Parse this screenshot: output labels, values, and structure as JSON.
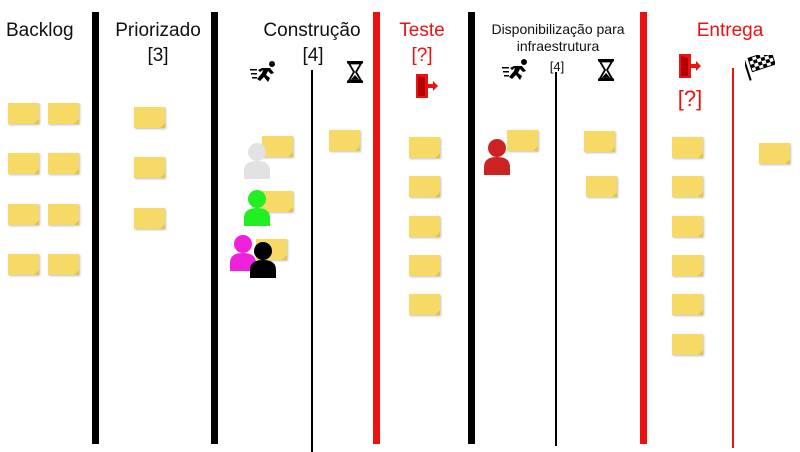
{
  "columns": {
    "backlog": {
      "title": "Backlog"
    },
    "priorizado": {
      "title": "Priorizado",
      "wip": "[3]"
    },
    "construcao": {
      "title": "Construção",
      "wip": "[4]"
    },
    "teste": {
      "title": "Teste",
      "wip": "[?]"
    },
    "disponibilizacao": {
      "title_line1": "Disponibilização para",
      "title_line2": "infraestrutura",
      "wip": "[4]"
    },
    "entrega": {
      "title": "Entrega",
      "wip": "[?]"
    }
  },
  "colors": {
    "black_line": "#000000",
    "red_line": "#ee1111",
    "red_text": "#ee1111",
    "sticky_note": "#f7d966",
    "person_gray": "#e2e2e2",
    "person_green": "#22ee22",
    "person_magenta": "#ee22dd",
    "person_black": "#000000",
    "person_red": "#cc2222"
  },
  "icons": [
    "runner-icon",
    "hourglass-icon",
    "exit-icon",
    "checkered-flag-icon",
    "person-icon"
  ]
}
